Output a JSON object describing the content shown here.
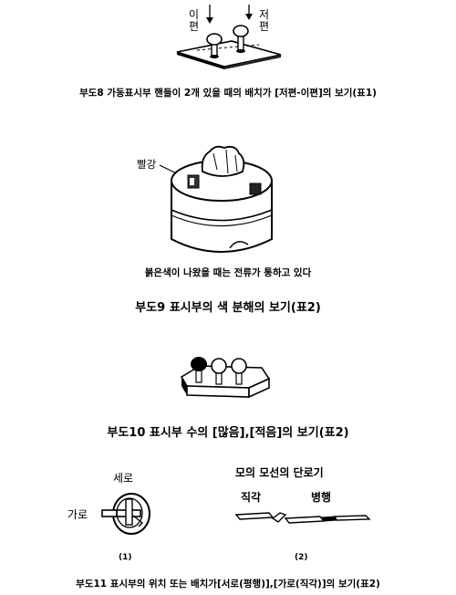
{
  "figures": {
    "fig8": {
      "label_left": "이편",
      "label_right": "저편",
      "caption": "부도8 가동표시부 핸들이 2개 있을 때의 배치가 [저편-이편]의 보기(표1)"
    },
    "fig9": {
      "label_red": "빨강",
      "note": "붉은색이 나왔을 때는 전류가 통하고 있다",
      "caption": "부도9 표시부의 색 분해의 보기(표2)"
    },
    "fig10": {
      "caption": "부도10 표시부 수의 [많음],[적음]의 보기(표2)"
    },
    "fig11": {
      "label_vertical": "세로",
      "label_horizontal": "가로",
      "title_right": "모의 모선의 단로기",
      "label_right_angle": "직각",
      "label_parallel": "병행",
      "num_1": "(1)",
      "num_2": "(2)",
      "caption": "부도11 표시부의 위치 또는 배치가[서로(평행)],[가로(직각)]의 보기(표2)"
    }
  }
}
